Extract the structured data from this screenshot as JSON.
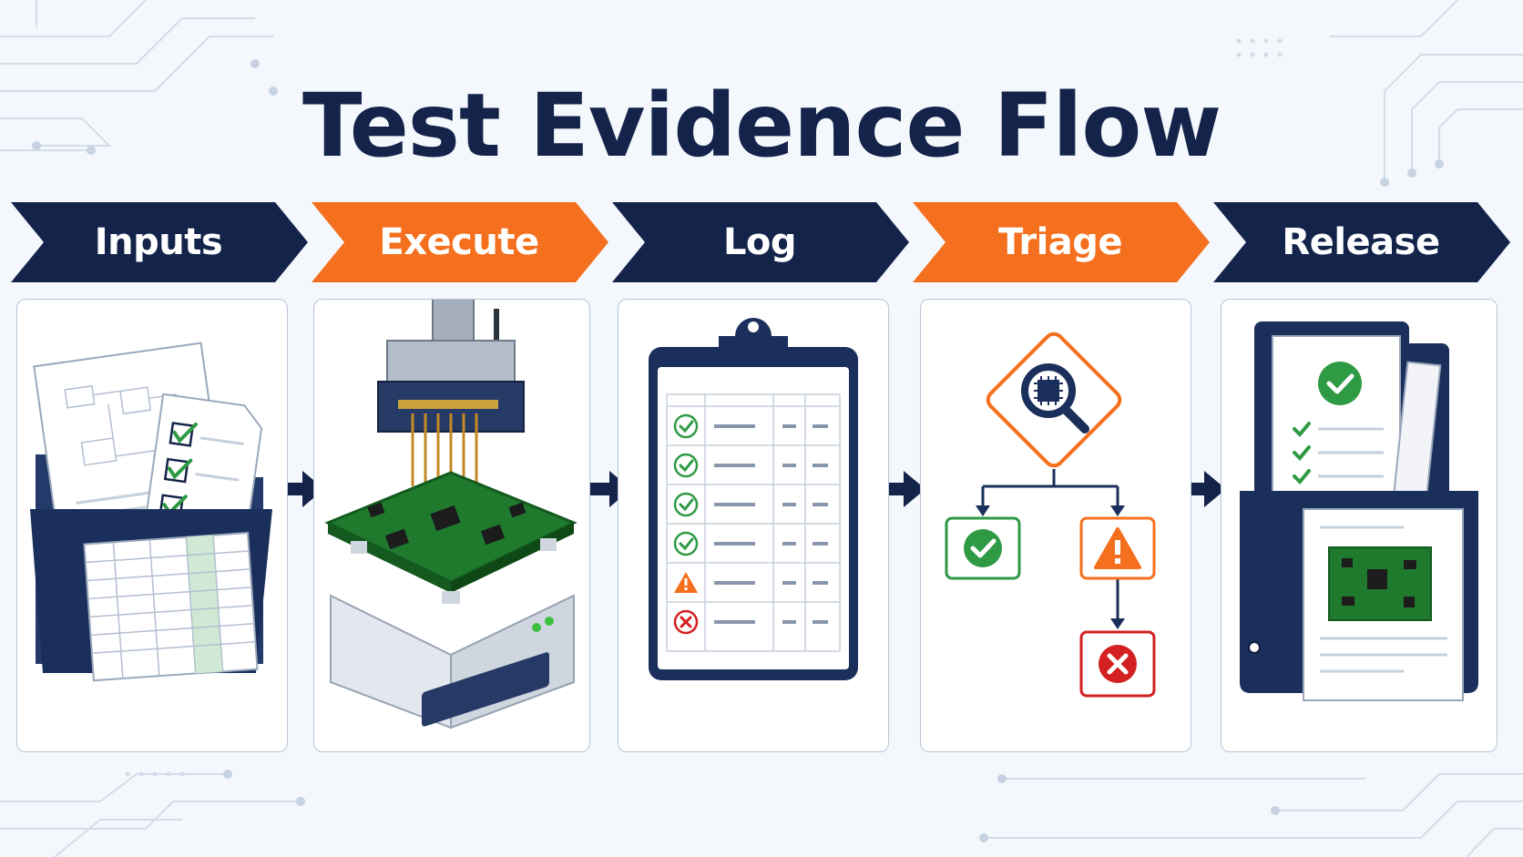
{
  "title": "Test Evidence Flow",
  "colors": {
    "navy": "#13234a",
    "orange": "#f5701e",
    "green": "#2f9a44",
    "red": "#d32020",
    "background": "#f4f7fb"
  },
  "stages": [
    {
      "label": "Inputs",
      "color": "navy",
      "icon": "documents-folder-icon"
    },
    {
      "label": "Execute",
      "color": "orange",
      "icon": "pcb-test-fixture-icon"
    },
    {
      "label": "Log",
      "color": "navy",
      "icon": "clipboard-log-icon"
    },
    {
      "label": "Triage",
      "color": "orange",
      "icon": "decision-tree-icon"
    },
    {
      "label": "Release",
      "color": "navy",
      "icon": "release-binder-icon"
    }
  ],
  "log_rows": [
    "pass",
    "pass",
    "pass",
    "pass",
    "warning",
    "fail"
  ],
  "triage_outcomes": [
    "pass",
    "warning",
    "fail"
  ]
}
